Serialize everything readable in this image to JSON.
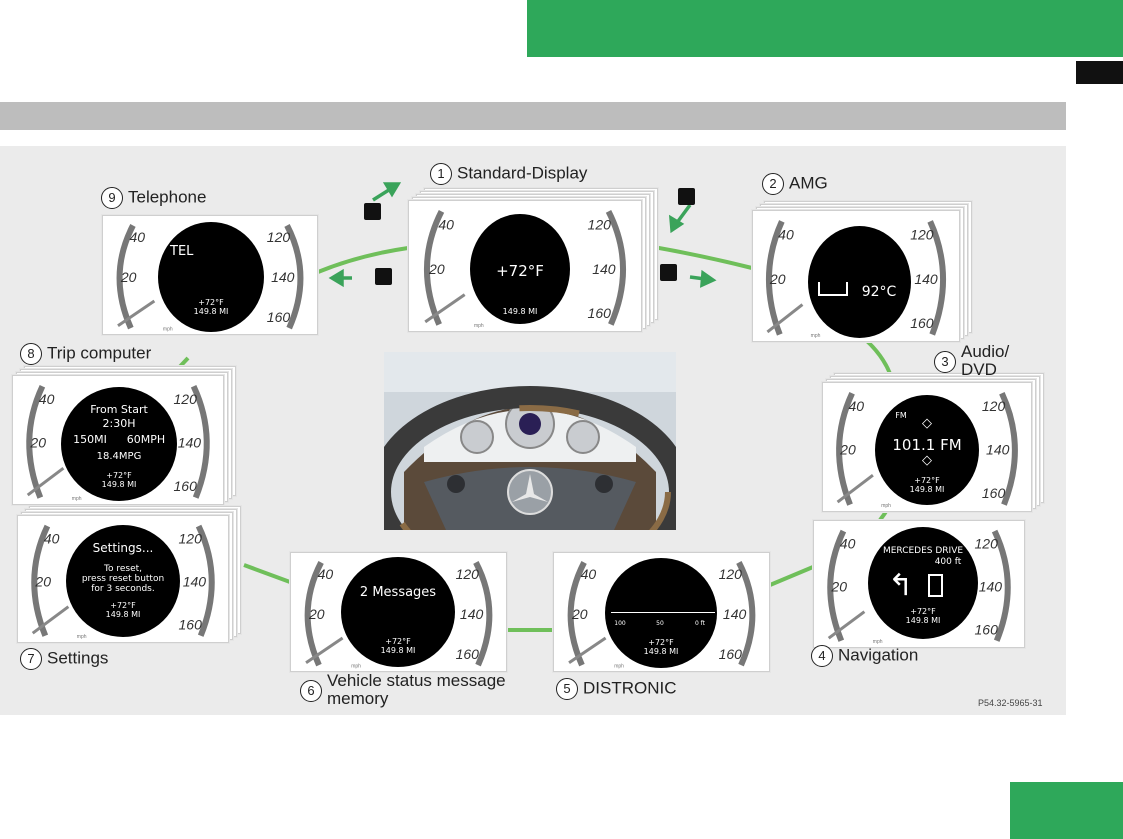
{
  "diagram": {
    "reference": "P54.32-5965-31",
    "gauge_ticks": [
      "20",
      "40",
      "120",
      "140",
      "160"
    ],
    "gauge_unit": "mph",
    "footer_temp": "+72°F",
    "footer_odo": "149.8 MI",
    "nodes": [
      {
        "number": "1",
        "label": "Standard-Display",
        "screen": [
          "+72°F"
        ]
      },
      {
        "number": "2",
        "label": "AMG",
        "screen": [
          "92°C"
        ]
      },
      {
        "number": "3",
        "label": "Audio/",
        "label2": "DVD",
        "screen": [
          "FM",
          "101.1 FM"
        ]
      },
      {
        "number": "4",
        "label": "Navigation",
        "screen": [
          "MERCEDES DRIVE",
          "400 ft"
        ]
      },
      {
        "number": "5",
        "label": "DISTRONIC",
        "screen": [
          "100",
          "50",
          "0 ft"
        ]
      },
      {
        "number": "6",
        "label": "Vehicle status message",
        "label2": "memory",
        "screen": [
          "2 Messages"
        ]
      },
      {
        "number": "7",
        "label": "Settings",
        "screen": [
          "Settings...",
          "To reset,",
          "press reset button",
          "for 3 seconds."
        ]
      },
      {
        "number": "8",
        "label": "Trip computer",
        "screen": [
          "From Start",
          "2:30H",
          "150MI",
          "60MPH",
          "18.4MPG"
        ]
      },
      {
        "number": "9",
        "label": "Telephone",
        "screen": [
          "TEL"
        ]
      }
    ]
  }
}
